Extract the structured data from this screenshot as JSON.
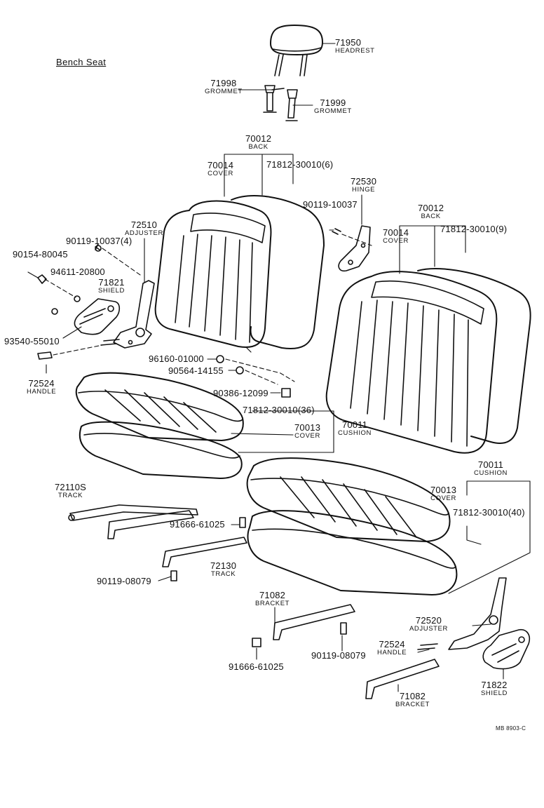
{
  "diagram_title": "Bench Seat",
  "drawing_code": "MB 8903-C",
  "callouts": [
    {
      "id": "71950",
      "part": "71950",
      "name": "HEADREST"
    },
    {
      "id": "71998",
      "part": "71998",
      "name": "GROMMET"
    },
    {
      "id": "71999",
      "part": "71999",
      "name": "GROMMET"
    },
    {
      "id": "70012a",
      "part": "70012",
      "name": "BACK"
    },
    {
      "id": "70014a",
      "part": "70014",
      "name": "COVER"
    },
    {
      "id": "71812a",
      "part": "71812-30010(6)",
      "name": ""
    },
    {
      "id": "72530",
      "part": "72530",
      "name": "HINGE"
    },
    {
      "id": "90119a",
      "part": "90119-10037",
      "name": ""
    },
    {
      "id": "70012b",
      "part": "70012",
      "name": "BACK"
    },
    {
      "id": "70014b",
      "part": "70014",
      "name": "COVER"
    },
    {
      "id": "71812b",
      "part": "71812-30010(9)",
      "name": ""
    },
    {
      "id": "72510",
      "part": "72510",
      "name": "ADJUSTER"
    },
    {
      "id": "90119b",
      "part": "90119-10037(4)",
      "name": ""
    },
    {
      "id": "90154",
      "part": "90154-80045",
      "name": ""
    },
    {
      "id": "94611",
      "part": "94611-20800",
      "name": ""
    },
    {
      "id": "71821",
      "part": "71821",
      "name": "SHIELD"
    },
    {
      "id": "93540",
      "part": "93540-55010",
      "name": ""
    },
    {
      "id": "72524a",
      "part": "72524",
      "name": "HANDLE"
    },
    {
      "id": "96160",
      "part": "96160-01000",
      "name": ""
    },
    {
      "id": "90564",
      "part": "90564-14155",
      "name": ""
    },
    {
      "id": "90386",
      "part": "90386-12099",
      "name": ""
    },
    {
      "id": "71812c",
      "part": "71812-30010(36)",
      "name": ""
    },
    {
      "id": "70013a",
      "part": "70013",
      "name": "COVER"
    },
    {
      "id": "70011a",
      "part": "70011",
      "name": "CUSHION"
    },
    {
      "id": "70011b",
      "part": "70011",
      "name": "CUSHION"
    },
    {
      "id": "70013b",
      "part": "70013",
      "name": "COVER"
    },
    {
      "id": "71812d",
      "part": "71812-30010(40)",
      "name": ""
    },
    {
      "id": "72110S",
      "part": "72110S",
      "name": "TRACK"
    },
    {
      "id": "91666a",
      "part": "91666-61025",
      "name": ""
    },
    {
      "id": "72130",
      "part": "72130",
      "name": "TRACK"
    },
    {
      "id": "90119c",
      "part": "90119-08079",
      "name": ""
    },
    {
      "id": "71082a",
      "part": "71082",
      "name": "BRACKET"
    },
    {
      "id": "90119d",
      "part": "90119-08079",
      "name": ""
    },
    {
      "id": "91666b",
      "part": "91666-61025",
      "name": ""
    },
    {
      "id": "72520",
      "part": "72520",
      "name": "ADJUSTER"
    },
    {
      "id": "72524b",
      "part": "72524",
      "name": "HANDLE"
    },
    {
      "id": "71822",
      "part": "71822",
      "name": "SHIELD"
    },
    {
      "id": "71082b",
      "part": "71082",
      "name": "BRACKET"
    }
  ]
}
